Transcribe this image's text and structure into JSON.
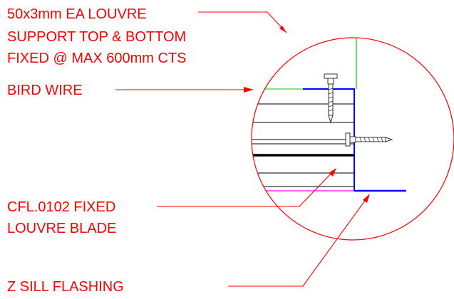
{
  "labels": {
    "support_line1": "50x3mm EA LOUVRE",
    "support_line2": "SUPPORT TOP & BOTTOM",
    "support_line3": "FIXED @ MAX 600mm CTS",
    "bird_wire": "BIRD WIRE",
    "blade_line1": "CFL.0102 FIXED",
    "blade_line2": "LOUVRE BLADE",
    "sill_flashing": "Z SILL FLASHING"
  },
  "colors": {
    "annotation": "#ff0000",
    "detail_circle": "#ff0000",
    "angle_support": "#00cc00",
    "bird_wire": "#00cc00",
    "flashing": "#0000ff",
    "sill_edge": "#ff00ff",
    "louvre_lines": "#000000",
    "fastener": "#555555"
  }
}
